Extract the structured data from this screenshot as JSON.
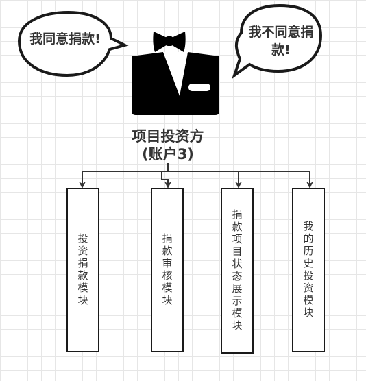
{
  "bubbles": {
    "left": "我同意捐款!",
    "right": "我不同意捐款!"
  },
  "project": {
    "title_line1": "项目投资方",
    "title_line2": "(账户3)"
  },
  "modules": [
    {
      "label": "投资捐款模块"
    },
    {
      "label": "捐款审核模块"
    },
    {
      "label": "捐款项目状态展示模块"
    },
    {
      "label": "我的历史投资模块"
    }
  ],
  "colors": {
    "stroke": "#1a1a1a",
    "text": "#333333",
    "grid": "#e6e6e6"
  },
  "icons": [
    "speech-bubble-icon",
    "bow-tie-icon",
    "suit-icon"
  ]
}
